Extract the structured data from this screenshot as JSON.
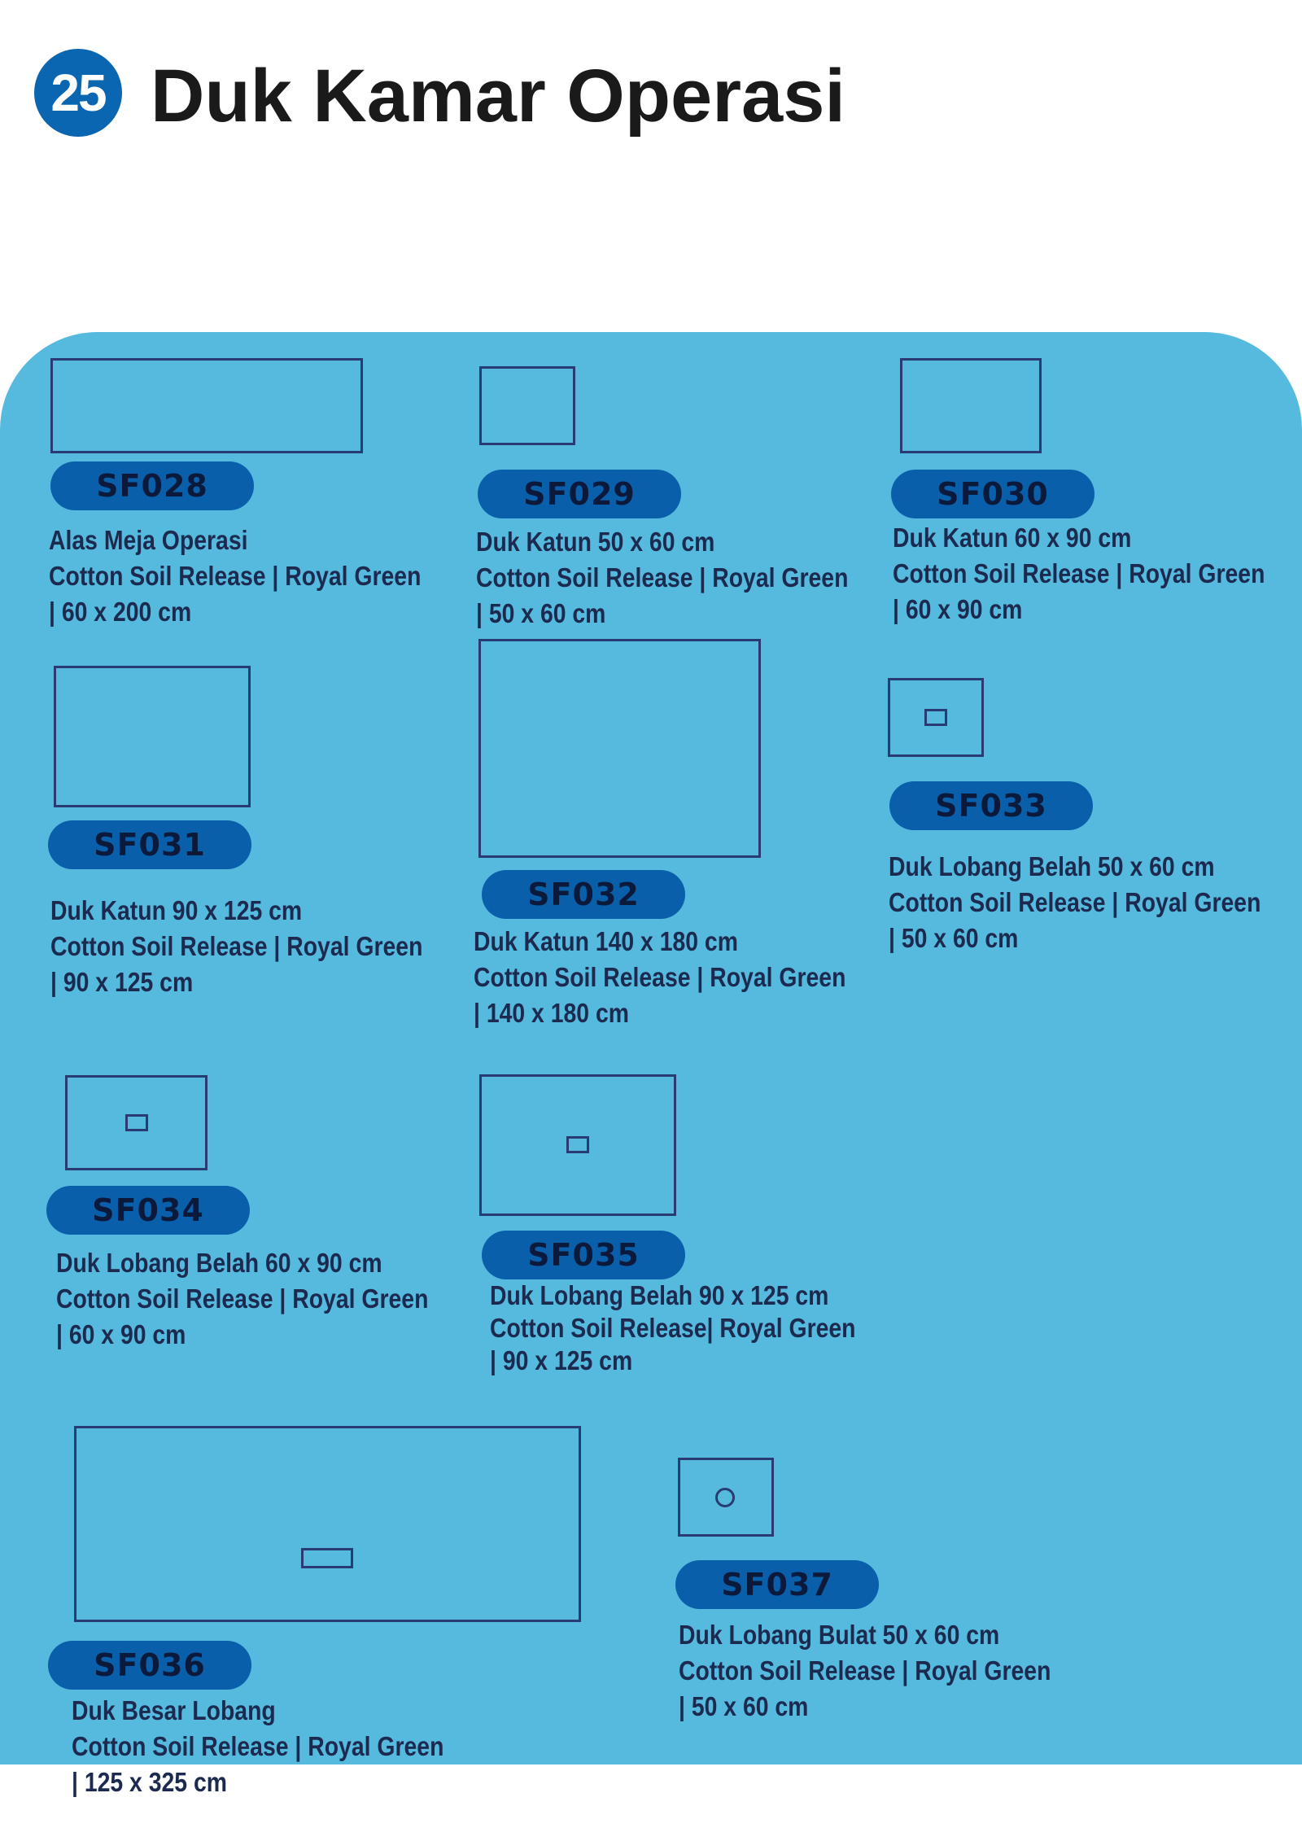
{
  "header": {
    "page_number": "25",
    "title": "Duk Kamar Operasi"
  },
  "colors": {
    "panel": "#56badf",
    "badge": "#0a66b0",
    "pill": "#0a5faa",
    "outline": "#283b73"
  },
  "products": [
    {
      "code": "SF028",
      "name": "Alas Meja Operasi",
      "material": "Cotton Soil Release  | Royal Green",
      "size": "| 60 x 200 cm"
    },
    {
      "code": "SF029",
      "name": "Duk Katun 50 x 60 cm",
      "material": "Cotton Soil Release | Royal Green",
      "size": "| 50 x 60 cm"
    },
    {
      "code": "SF030",
      "name": "Duk Katun 60 x 90 cm",
      "material": "Cotton Soil Release | Royal Green",
      "size": "| 60 x 90 cm"
    },
    {
      "code": "SF031",
      "name": "Duk Katun 90 x 125 cm",
      "material": "Cotton Soil Release | Royal Green",
      "size": "| 90 x 125 cm"
    },
    {
      "code": "SF032",
      "name": "Duk Katun 140 x 180 cm",
      "material": "Cotton Soil Release | Royal Green",
      "size": "| 140 x 180 cm"
    },
    {
      "code": "SF033",
      "name": "Duk Lobang Belah 50 x 60 cm",
      "material": "Cotton Soil Release | Royal Green",
      "size": " | 50 x 60 cm"
    },
    {
      "code": "SF034",
      "name": "Duk Lobang Belah 60 x 90 cm",
      "material": "Cotton Soil Release | Royal Green",
      "size": "| 60 x 90 cm"
    },
    {
      "code": "SF035",
      "name": "Duk Lobang Belah 90 x 125 cm",
      "material": " Cotton Soil Release| Royal Green",
      "size": " | 90 x 125 cm"
    },
    {
      "code": "SF036",
      "name": "Duk  Besar Lobang",
      "material": "Cotton Soil Release | Royal Green",
      "size": "| 125 x 325 cm"
    },
    {
      "code": "SF037",
      "name": "Duk Lobang Bulat 50 x 60 cm",
      "material": "Cotton Soil Release | Royal Green",
      "size": "| 50 x 60 cm"
    }
  ]
}
